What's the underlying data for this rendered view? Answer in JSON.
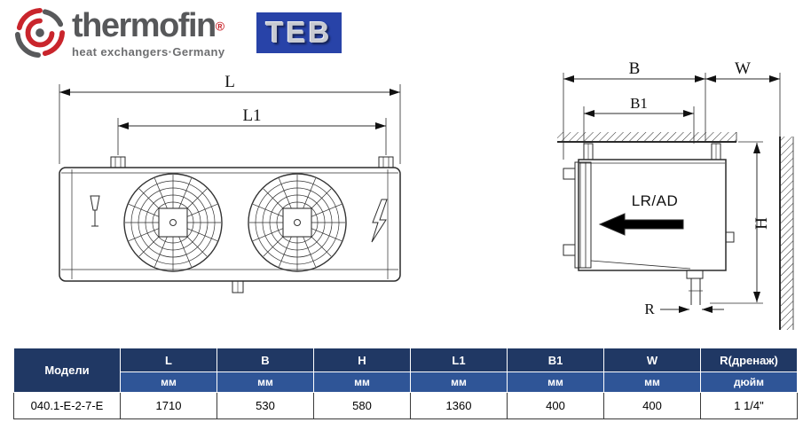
{
  "header": {
    "brand": "thermofin",
    "reg_mark": "®",
    "subtitle": "heat exchangers·Germany",
    "teb_label": "TEB"
  },
  "front_view": {
    "label_L": "L",
    "label_L1": "L1"
  },
  "side_view": {
    "label_B": "B",
    "label_W": "W",
    "label_B1": "B1",
    "label_H": "H",
    "label_R": "R",
    "label_airflow": "LR/AD"
  },
  "table": {
    "col_model": "Модели",
    "headers": [
      "L",
      "B",
      "H",
      "L1",
      "B1",
      "W",
      "R(дренаж)"
    ],
    "units": [
      "мм",
      "мм",
      "мм",
      "мм",
      "мм",
      "мм",
      "дюйм"
    ],
    "row": {
      "model": "040.1-E-2-7-E",
      "values": [
        "1710",
        "530",
        "580",
        "1360",
        "400",
        "400",
        "1 1/4\""
      ]
    }
  },
  "colors": {
    "brand_red": "#c9252c",
    "logo_gray": "#58595b",
    "teb_blue": "#2843a8",
    "table_header_bg": "#203864",
    "table_units_bg": "#2f5597"
  }
}
